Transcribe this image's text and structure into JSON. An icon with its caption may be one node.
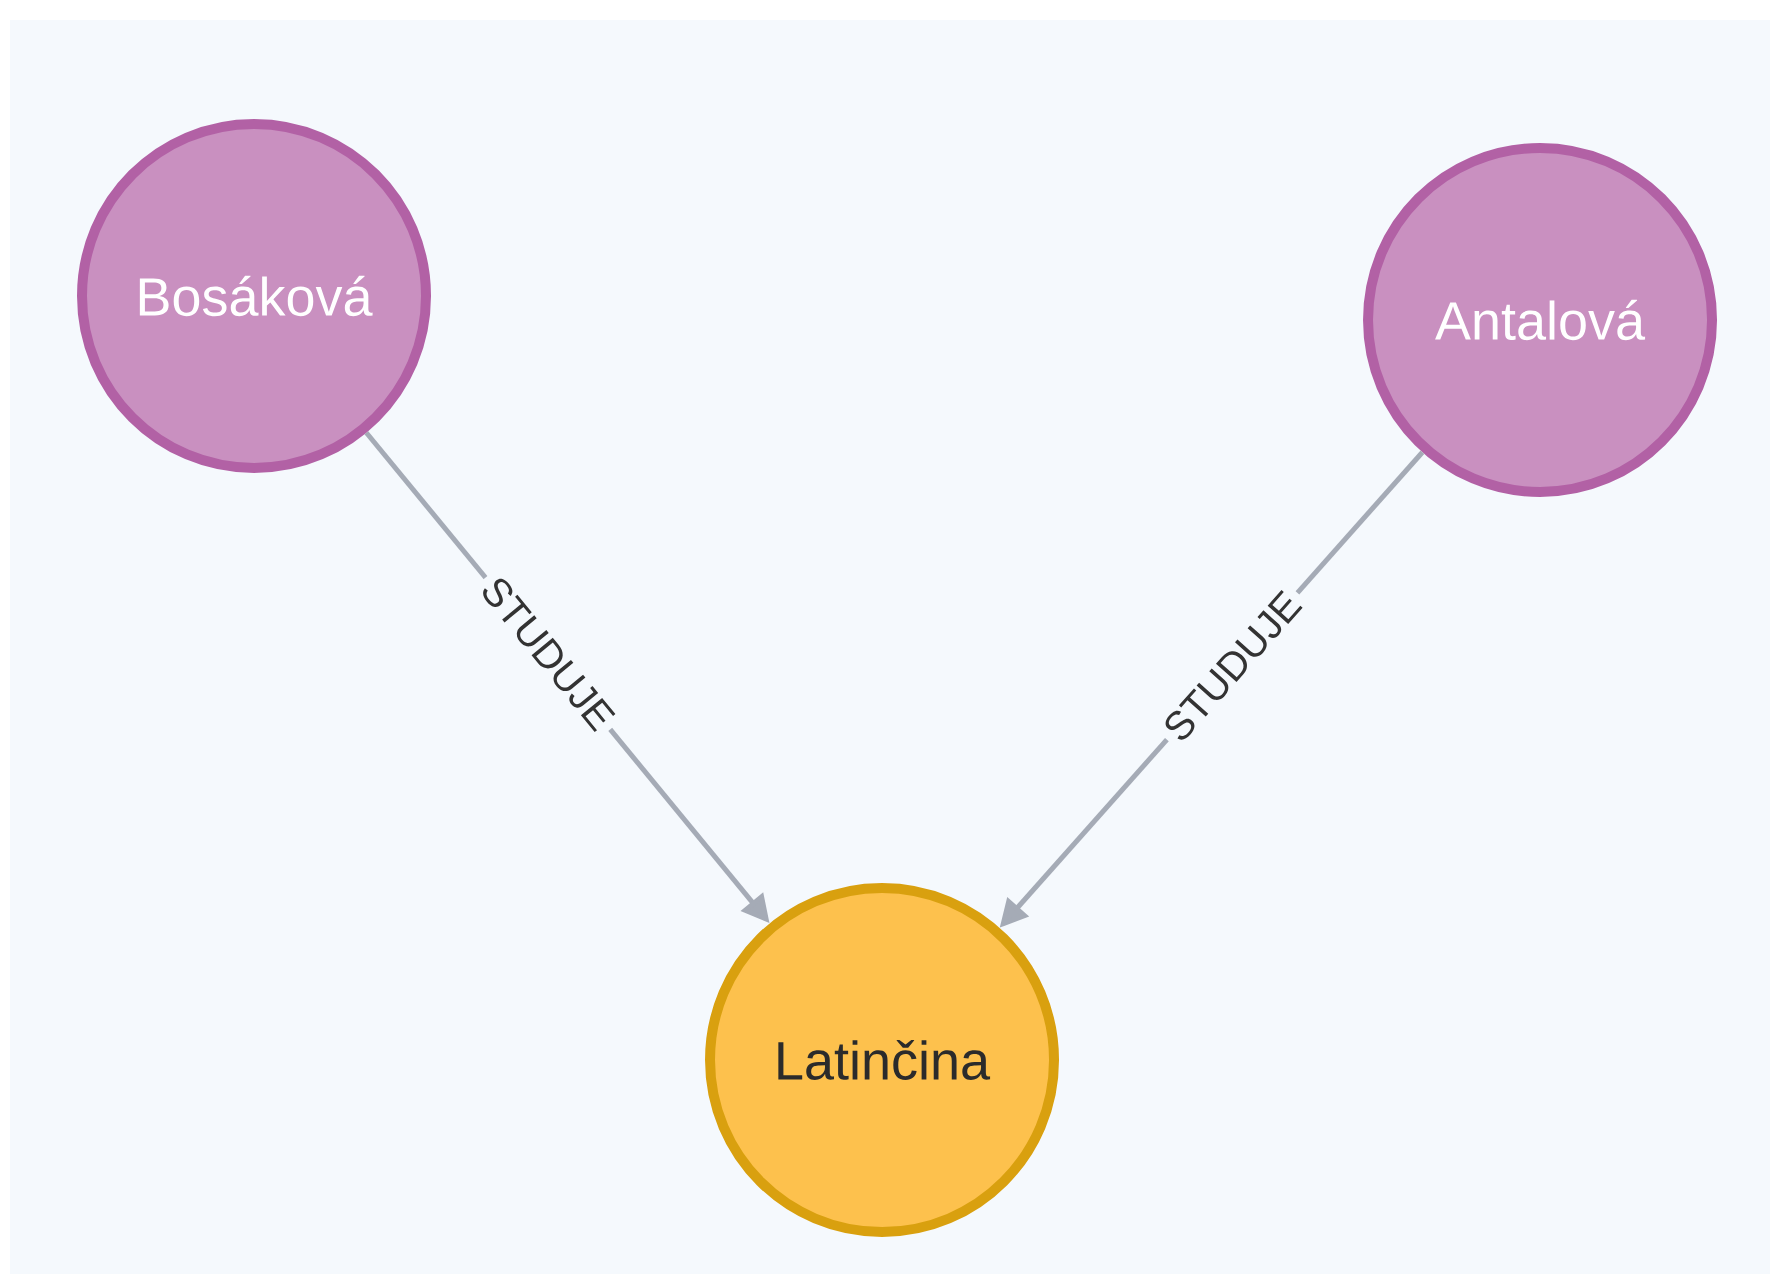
{
  "diagram": {
    "nodes": [
      {
        "text": [
          "Bosáková"
        ]
      },
      {
        "text": [
          "Antalová"
        ]
      },
      {
        "text": [
          "Latinčina"
        ]
      }
    ],
    "edges": [
      {
        "from": 0,
        "to": 2,
        "arrow": "to",
        "label": "STUDUJE"
      },
      {
        "from": 1,
        "to": 2,
        "arrow": "to",
        "label": "STUDUJE"
      }
    ]
  }
}
